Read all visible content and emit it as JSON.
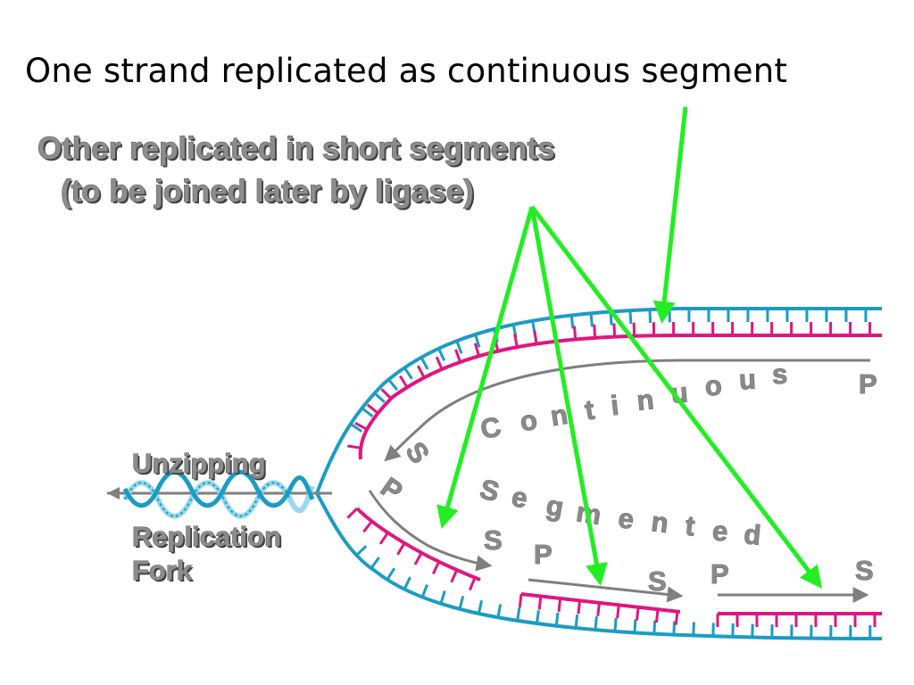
{
  "title": "One strand replicated as continuous segment",
  "subtitle_line1": "Other replicated in short segments",
  "subtitle_line2": "(to be joined later by ligase)",
  "fork_label_top": "Unzipping",
  "fork_label_bottom1": "Replication",
  "fork_label_bottom2": "Fork",
  "continuous_word": [
    "C",
    "o",
    "n",
    "t",
    "i",
    "n",
    "u",
    "o",
    "u",
    "s"
  ],
  "segmented_word": [
    "S",
    "e",
    "g",
    "m",
    "e",
    "n",
    "t",
    "e",
    "d"
  ],
  "markers": {
    "p": "P",
    "s": "S"
  },
  "colors": {
    "parent_strand": "#1a9cc6",
    "new_strand": "#e0167f",
    "pointer_arrow": "#22ee22",
    "direction_arrow": "#7f7f7f",
    "label_gray": "#8c8c8c"
  }
}
